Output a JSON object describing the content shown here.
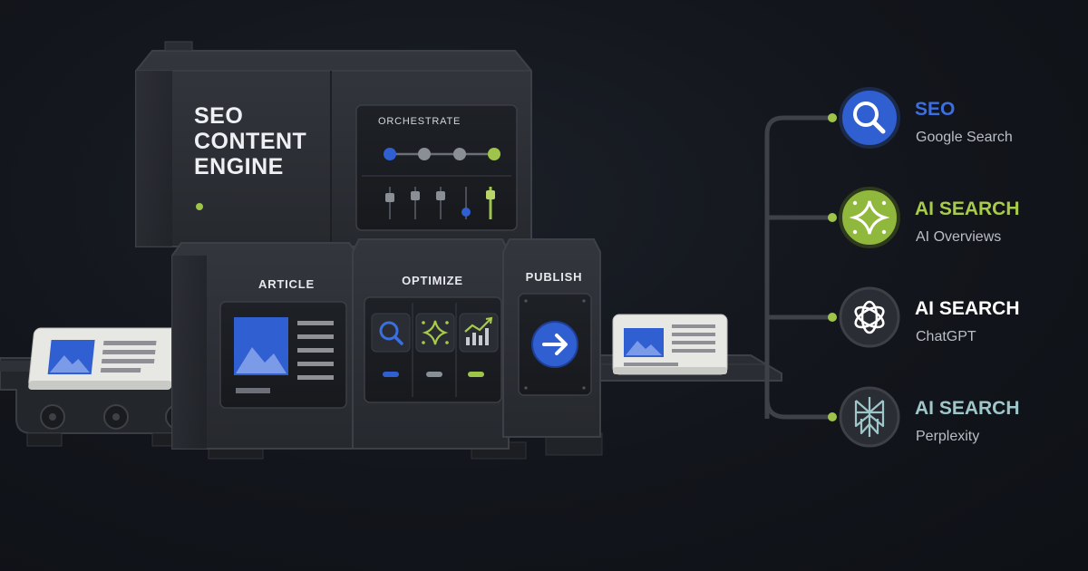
{
  "machine": {
    "title_lines": [
      "SEO",
      "CONTENT",
      "ENGINE"
    ],
    "orchestrate_label": "ORCHESTRATE",
    "stages": [
      {
        "label": "ARTICLE"
      },
      {
        "label": "OPTIMIZE"
      },
      {
        "label": "PUBLISH"
      }
    ],
    "optimize_icons": [
      "search-icon",
      "sparkle-icon",
      "chart-icon"
    ],
    "publish_icon": "arrow-right-icon"
  },
  "destinations": [
    {
      "title": "SEO",
      "subtitle": "Google Search",
      "icon": "search-icon",
      "title_color": "#3b6fe0",
      "circle_color": "#2f5fd0"
    },
    {
      "title": "AI SEARCH",
      "subtitle": "AI Overviews",
      "icon": "sparkle-icon",
      "title_color": "#a8cc4a",
      "circle_color": "#8fb83c"
    },
    {
      "title": "AI SEARCH",
      "subtitle": "ChatGPT",
      "icon": "chatgpt-icon",
      "title_color": "#ffffff",
      "circle_color": "#2a2d33"
    },
    {
      "title": "AI SEARCH",
      "subtitle": "Perplexity",
      "icon": "perplexity-icon",
      "title_color": "#9fc7c9",
      "circle_color": "#2a2d33"
    }
  ],
  "colors": {
    "accent_blue": "#2f5fd0",
    "accent_green": "#9fc44a",
    "machine_body": "#2b2e34",
    "background": "#12151b"
  }
}
